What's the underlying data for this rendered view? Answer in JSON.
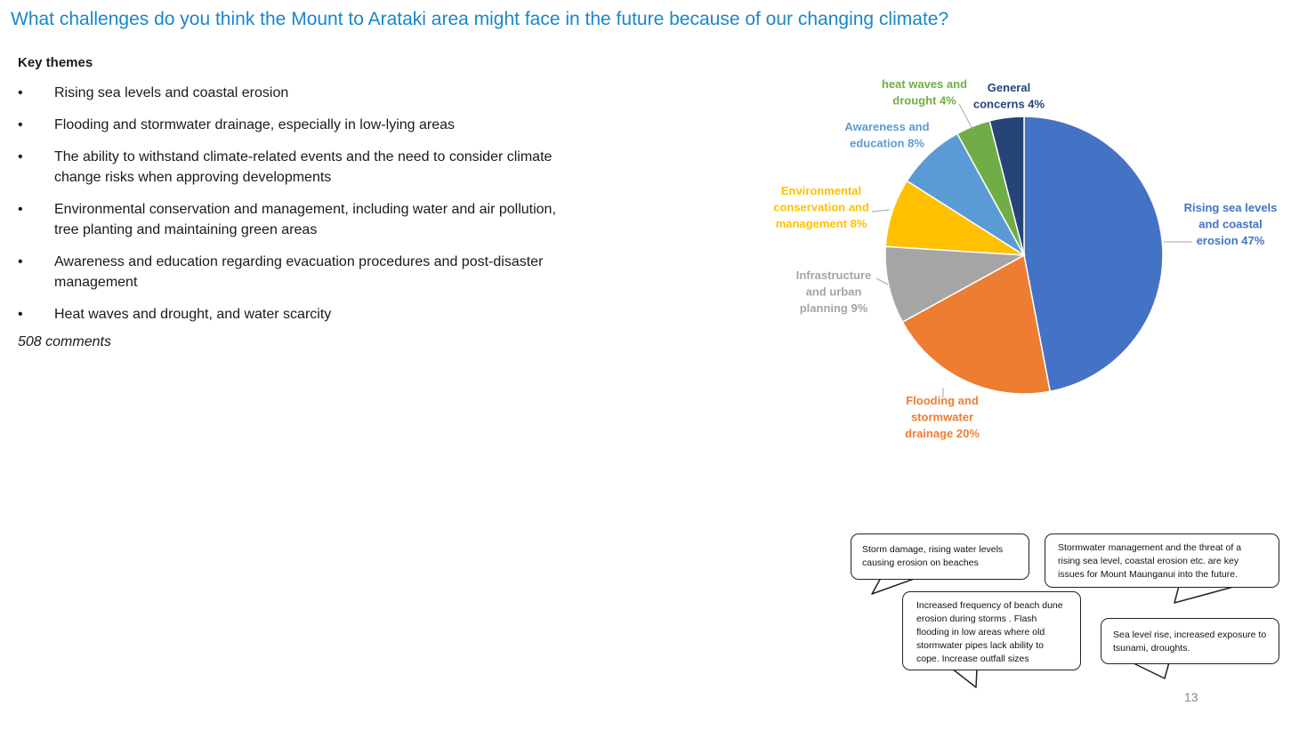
{
  "title": "What challenges do you think the Mount to Arataki area might face in the future because of our changing climate?",
  "themes": {
    "heading": "Key themes",
    "bullet": "•",
    "items": [
      "Rising sea levels and coastal erosion",
      "Flooding and stormwater drainage, especially in low-lying areas",
      "The ability to withstand climate-related events and the need to consider climate change risks when approving developments",
      "Environmental conservation and management, including water and air pollution, tree planting and maintaining green areas",
      "Awareness and education regarding evacuation procedures and post-disaster management",
      "Heat waves and drought, and water scarcity"
    ],
    "comments": "508 comments"
  },
  "chart_data": {
    "type": "pie",
    "slices": [
      {
        "name": "Rising sea levels and coastal erosion",
        "label": "Rising sea levels and coastal erosion 47%",
        "value": 47,
        "color": "#4472c4"
      },
      {
        "name": "Flooding and stormwater drainage",
        "label": "Flooding and stormwater drainage 20%",
        "value": 20,
        "color": "#ed7d31"
      },
      {
        "name": "Infrastructure and urban planning",
        "label": "Infrastructure and urban planning 9%",
        "value": 9,
        "color": "#a5a5a5"
      },
      {
        "name": "Environmental conservation and management",
        "label": "Environmental conservation and management 8%",
        "value": 8,
        "color": "#ffc000"
      },
      {
        "name": "Awareness and education",
        "label": "Awareness and education 8%",
        "value": 8,
        "color": "#5b9bd5"
      },
      {
        "name": "heat waves and drought",
        "label": "heat waves and drought 4%",
        "value": 4,
        "color": "#70ad47"
      },
      {
        "name": "General concerns",
        "label": "General concerns 4%",
        "value": 4,
        "color": "#264478"
      }
    ]
  },
  "quotes": [
    "Storm damage, rising water levels causing erosion on beaches",
    "Stormwater management and the threat of a rising sea level, coastal erosion etc. are key issues for Mount Maunganui into the future.",
    "Increased frequency of beach dune erosion during storms . Flash flooding in low areas where old stormwater pipes lack ability to cope. Increase outfall sizes",
    "Sea level rise, increased exposure to tsunami, droughts."
  ],
  "page_number": "13"
}
